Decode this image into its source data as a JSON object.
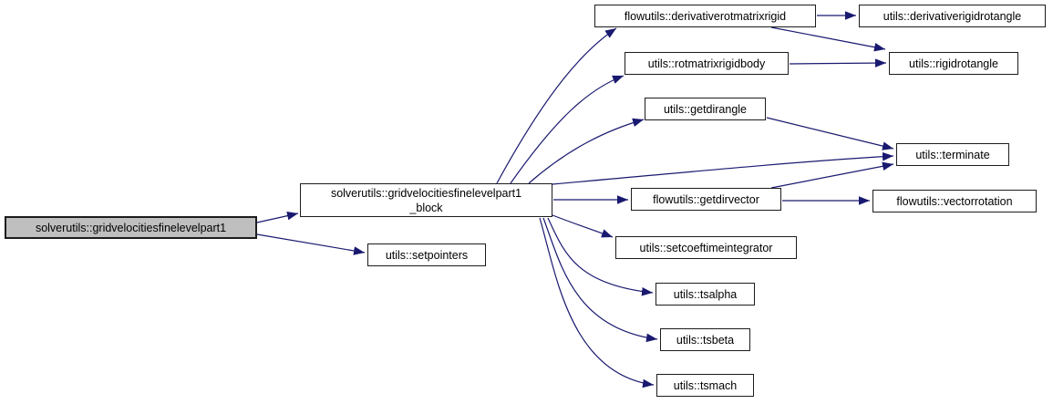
{
  "diagram": {
    "type": "call-graph",
    "root_function": "solverutils::gridvelocitiesfinelevelpart1"
  },
  "colors": {
    "edge": "#191970",
    "border": "#1c1c1c",
    "root_fill": "#bfbfbf",
    "node_fill": "#ffffff",
    "text": "#000000"
  },
  "nodes": {
    "main": {
      "label": "solverutils::gridvelocitiesfinelevelpart1"
    },
    "block": {
      "line1": "solverutils::gridvelocitiesfinelevelpart1",
      "line2": "_block"
    },
    "setpointers": {
      "label": "utils::setpointers"
    },
    "derivativerotmatrixrigid": {
      "label": "flowutils::derivativerotmatrixrigid"
    },
    "derivativerigidrotangle": {
      "label": "utils::derivativerigidrotangle"
    },
    "rotmatrixrigidbody": {
      "label": "utils::rotmatrixrigidbody"
    },
    "rigidrotangle": {
      "label": "utils::rigidrotangle"
    },
    "getdirangle": {
      "label": "utils::getdirangle"
    },
    "terminate": {
      "label": "utils::terminate"
    },
    "getdirvector": {
      "label": "flowutils::getdirvector"
    },
    "vectorrotation": {
      "label": "flowutils::vectorrotation"
    },
    "setcoeftimeintegrator": {
      "label": "utils::setcoeftimeintegrator"
    },
    "tsalpha": {
      "label": "utils::tsalpha"
    },
    "tsbeta": {
      "label": "utils::tsbeta"
    },
    "tsmach": {
      "label": "utils::tsmach"
    }
  },
  "edges": [
    {
      "from": "main",
      "to": "block"
    },
    {
      "from": "main",
      "to": "setpointers"
    },
    {
      "from": "block",
      "to": "derivativerotmatrixrigid"
    },
    {
      "from": "block",
      "to": "rotmatrixrigidbody"
    },
    {
      "from": "block",
      "to": "getdirangle"
    },
    {
      "from": "block",
      "to": "terminate"
    },
    {
      "from": "block",
      "to": "getdirvector"
    },
    {
      "from": "block",
      "to": "setcoeftimeintegrator"
    },
    {
      "from": "block",
      "to": "tsalpha"
    },
    {
      "from": "block",
      "to": "tsbeta"
    },
    {
      "from": "block",
      "to": "tsmach"
    },
    {
      "from": "derivativerotmatrixrigid",
      "to": "derivativerigidrotangle"
    },
    {
      "from": "derivativerotmatrixrigid",
      "to": "rigidrotangle"
    },
    {
      "from": "rotmatrixrigidbody",
      "to": "rigidrotangle"
    },
    {
      "from": "getdirangle",
      "to": "terminate"
    },
    {
      "from": "getdirvector",
      "to": "terminate"
    },
    {
      "from": "getdirvector",
      "to": "vectorrotation"
    }
  ]
}
